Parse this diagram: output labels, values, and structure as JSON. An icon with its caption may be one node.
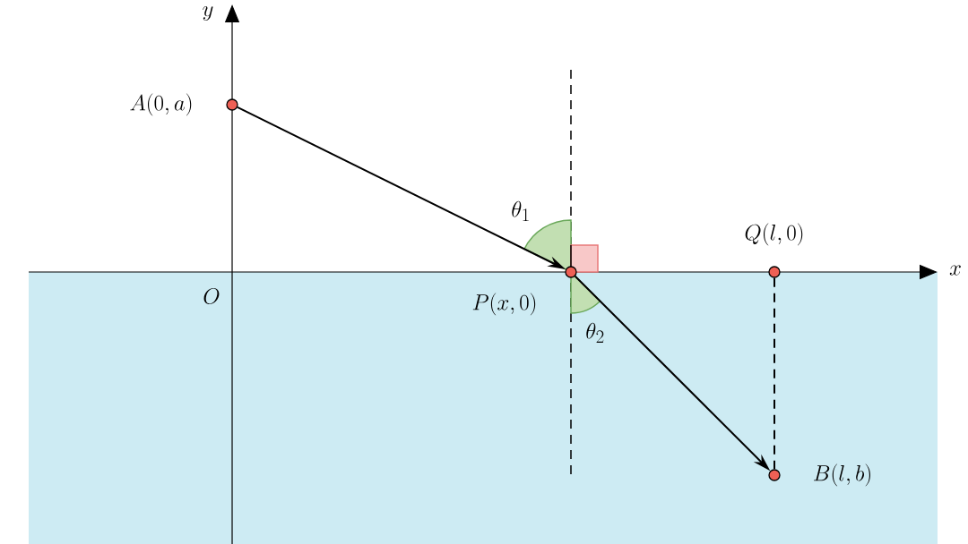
{
  "diagram": {
    "nodes": [
      {
        "text": [],
        "shape": "circle",
        "beside": [
          "A(0,a)"
        ]
      },
      {
        "text": [],
        "shape": "circle",
        "beside": [
          "P(x,0)"
        ]
      },
      {
        "text": [],
        "shape": "circle",
        "beside": [
          "Q(l,0)"
        ]
      },
      {
        "text": [],
        "shape": "circle",
        "beside": [
          "B(l,b)"
        ]
      }
    ],
    "edges": [
      {
        "from": 0,
        "to": 1,
        "arrow": "to"
      },
      {
        "from": 1,
        "to": 3,
        "arrow": "to"
      },
      {
        "from": 2,
        "to": 3,
        "arrow": "none",
        "style": "dashed"
      }
    ],
    "labels": [
      "y",
      "x",
      "O",
      "\\theta_1",
      "\\theta_2"
    ]
  }
}
